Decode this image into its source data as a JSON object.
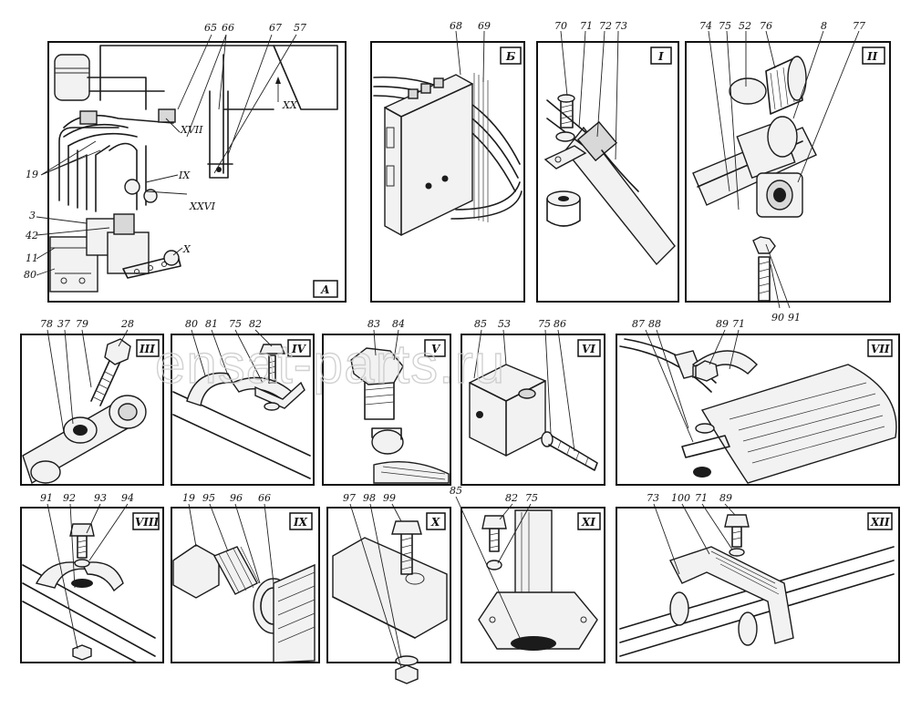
{
  "watermark": "ensat-parts.ru",
  "panels": {
    "A": {
      "tag": "А",
      "callouts": [
        "65",
        "66",
        "67",
        "57",
        "XX",
        "XVII",
        "19",
        "IX",
        "XXVI",
        "3",
        "42",
        "11",
        "80",
        "X"
      ]
    },
    "B": {
      "tag": "Б",
      "callouts": [
        "68",
        "69"
      ]
    },
    "I": {
      "tag": "I",
      "callouts": [
        "70",
        "71",
        "72",
        "73"
      ]
    },
    "II": {
      "tag": "II",
      "callouts": [
        "74",
        "75",
        "52",
        "76",
        "8",
        "77",
        "90",
        "91"
      ]
    },
    "III": {
      "tag": "III",
      "callouts": [
        "78",
        "37",
        "79",
        "28"
      ]
    },
    "IV": {
      "tag": "IV",
      "callouts": [
        "80",
        "81",
        "75",
        "82"
      ]
    },
    "V": {
      "tag": "V",
      "callouts": [
        "83",
        "84"
      ]
    },
    "VI": {
      "tag": "VI",
      "callouts": [
        "85",
        "53",
        "75",
        "86"
      ]
    },
    "VII": {
      "tag": "VII",
      "callouts": [
        "87",
        "88",
        "89",
        "71"
      ]
    },
    "VIII": {
      "tag": "VIII",
      "callouts": [
        "91",
        "92",
        "93",
        "94"
      ]
    },
    "IX": {
      "tag": "IX",
      "callouts": [
        "19",
        "95",
        "96",
        "66"
      ]
    },
    "X": {
      "tag": "X",
      "callouts": [
        "97",
        "98",
        "99"
      ]
    },
    "XI": {
      "tag": "XI",
      "callouts": [
        "85",
        "82",
        "75"
      ]
    },
    "XII": {
      "tag": "XII",
      "callouts": [
        "73",
        "100",
        "71",
        "89"
      ]
    }
  }
}
